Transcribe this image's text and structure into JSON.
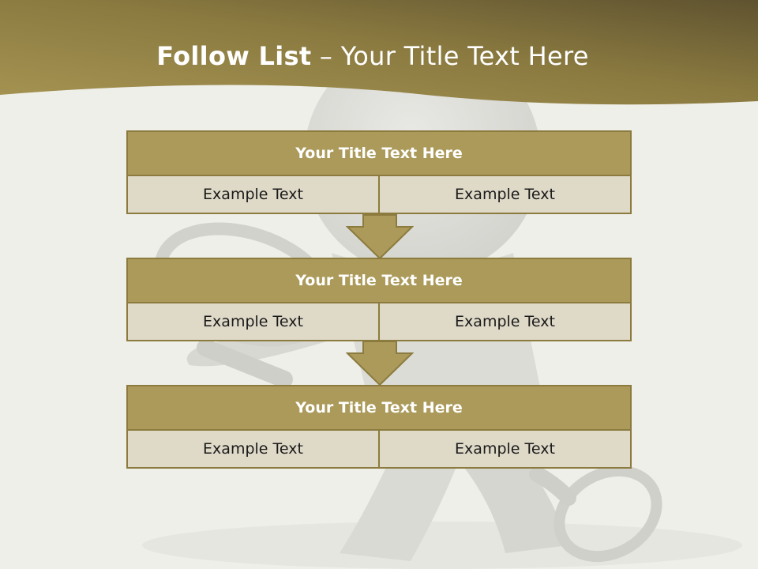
{
  "slide": {
    "title_bold": "Follow List",
    "title_rest": " – Your Title Text Here"
  },
  "blocks": [
    {
      "title": "Your Title Text Here",
      "left": "Example Text",
      "right": "Example Text"
    },
    {
      "title": "Your Title Text Here",
      "left": "Example Text",
      "right": "Example Text"
    },
    {
      "title": "Your Title Text Here",
      "left": "Example Text",
      "right": "Example Text"
    }
  ],
  "colors": {
    "accent": "#ab9a5a",
    "accent_dark": "#8c7b3e",
    "header_dark": "#6e6032",
    "cell_bg": "#dfd9c8",
    "background": "#efefea"
  }
}
